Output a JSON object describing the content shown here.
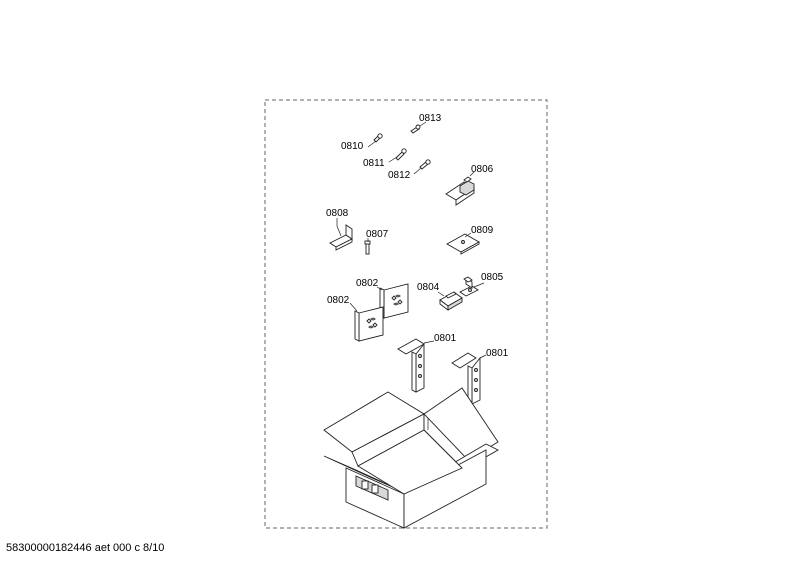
{
  "labels": {
    "p0813": "0813",
    "p0810": "0810",
    "p0811": "0811",
    "p0812": "0812",
    "p0806": "0806",
    "p0808": "0808",
    "p0807": "0807",
    "p0809": "0809",
    "p0802a": "0802",
    "p0802b": "0802",
    "p0804": "0804",
    "p0805": "0805",
    "p0801a": "0801",
    "p0801b": "0801"
  },
  "footer": {
    "text": "58300000182446 aet 000 c 8/10"
  }
}
